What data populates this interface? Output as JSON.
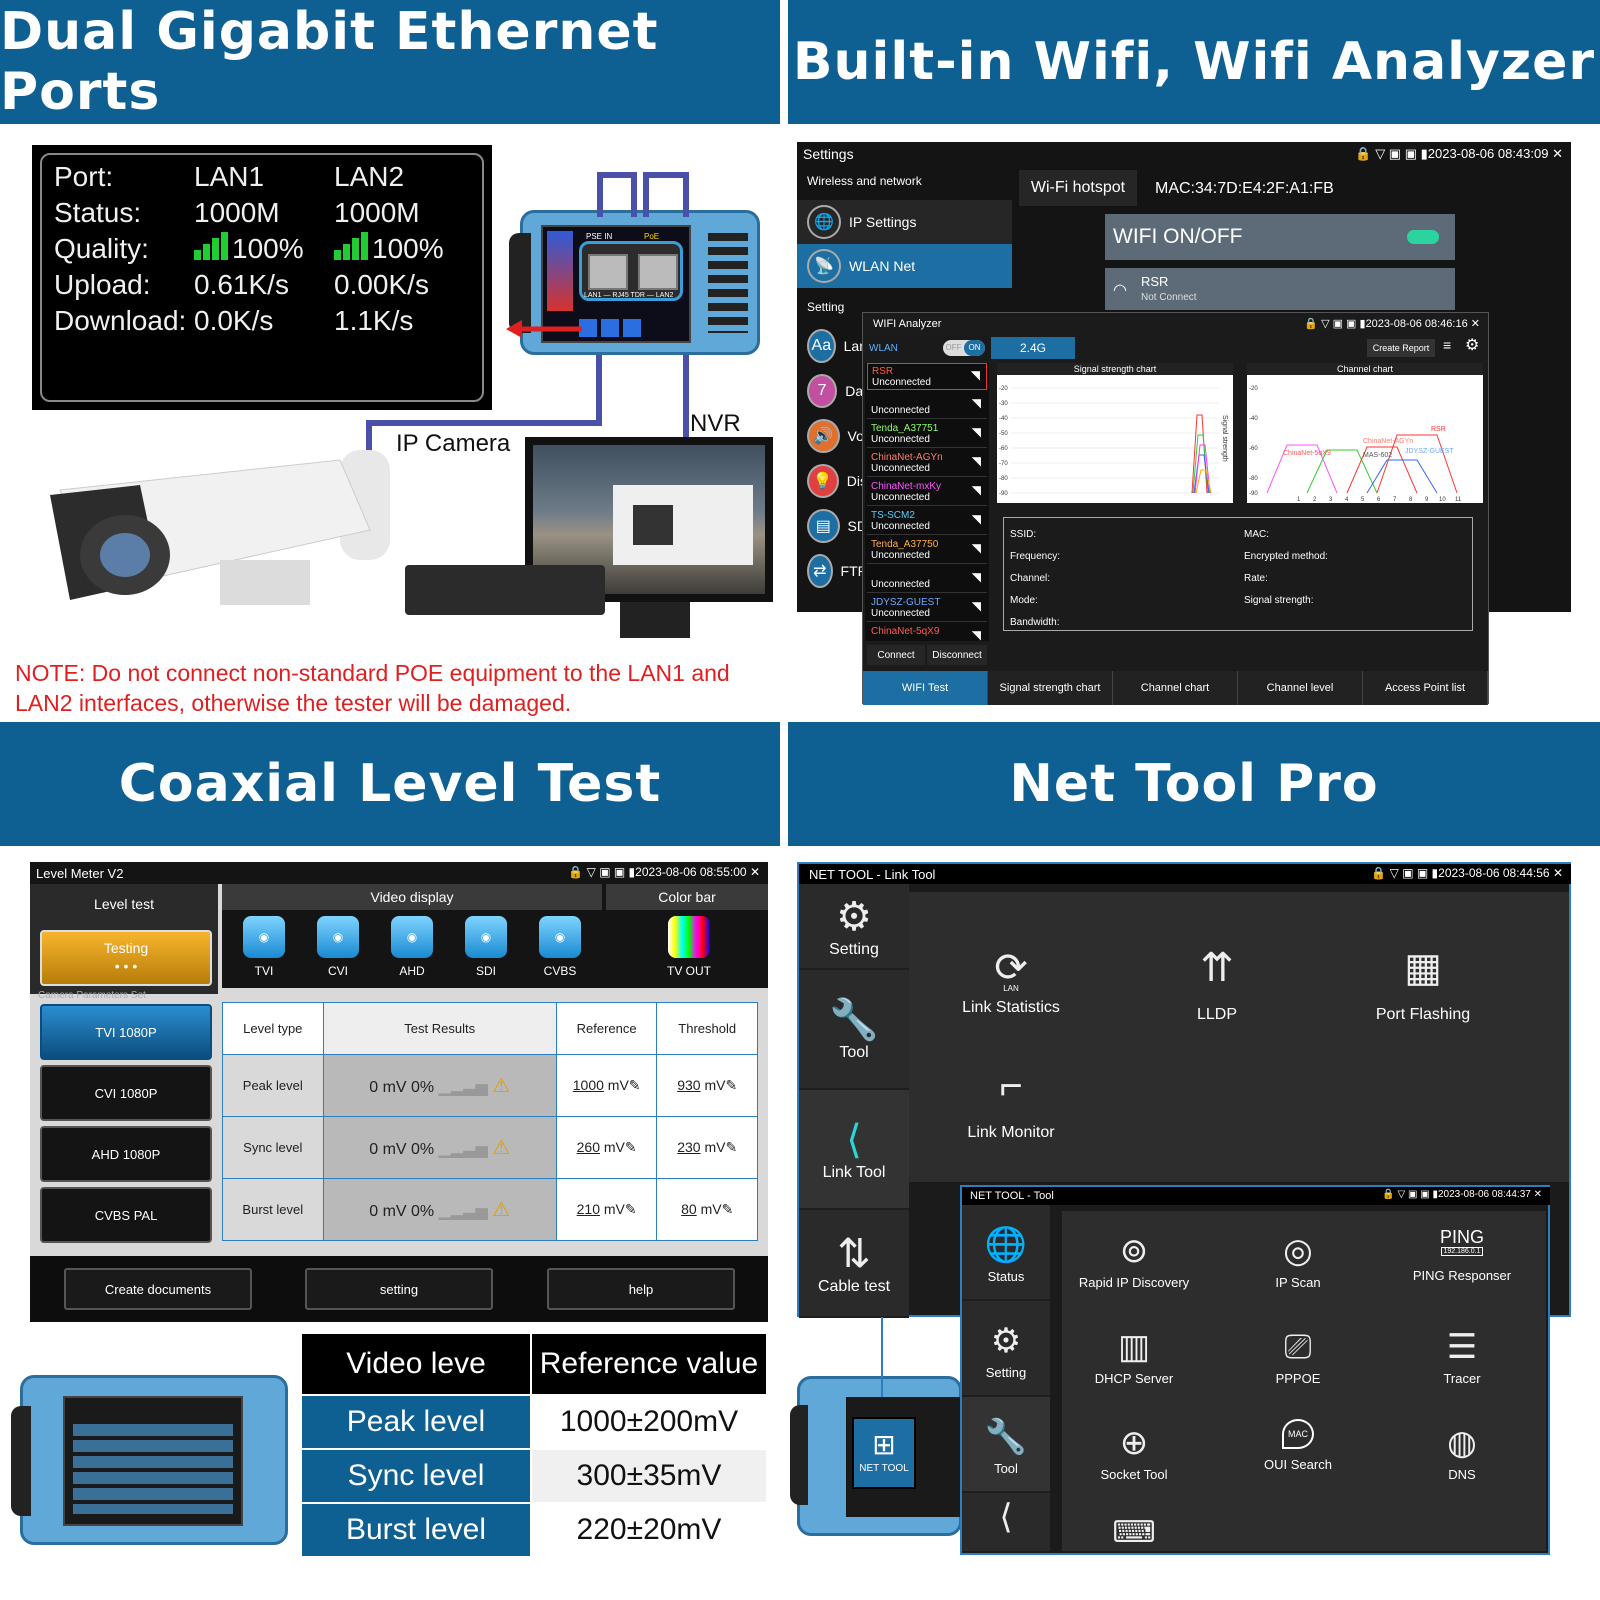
{
  "headers": {
    "q1": "Dual Gigabit Ethernet Ports",
    "q2": "Built-in Wifi, Wifi Analyzer",
    "q3": "Coaxial Level Test",
    "q4": "Net Tool Pro"
  },
  "ethernet": {
    "labels": [
      "Port:",
      "Status:",
      "Quality:",
      "Upload:",
      "Download:"
    ],
    "lan1": {
      "name": "LAN1",
      "status": "1000M",
      "quality": "100%",
      "upload": "0.61K/s",
      "download": "0.0K/s"
    },
    "lan2": {
      "name": "LAN2",
      "status": "1000M",
      "quality": "100%",
      "upload": "0.00K/s",
      "download": "1.1K/s"
    },
    "device_labels": {
      "pse": "PSE IN",
      "poe": "PoE",
      "lan_rj45": "LAN1 — RJ45 TDR — LAN2"
    },
    "ip_camera": "IP Camera",
    "nvr": "NVR",
    "note": "NOTE: Do not connect non-standard POE equipment to the LAN1 and LAN2 interfaces, otherwise the tester will be damaged."
  },
  "wifi": {
    "settings_title": "Settings",
    "datetime1": "2023-08-06 08:43:09",
    "section_wireless": "Wireless and network",
    "menu_ip": "IP Settings",
    "menu_wlan": "WLAN Net",
    "section_setting": "Setting",
    "side_partial": [
      "Lan",
      "Dat",
      "Vol",
      "Dis",
      "SD",
      "FTP"
    ],
    "hotspot": "Wi-Fi hotspot",
    "mac": "MAC:34:7D:E4:2F:A1:FB",
    "wifi_onoff": "WIFI ON/OFF",
    "rsr": "RSR",
    "not_connect": "Not Connect",
    "analyzer_title": "WIFI Analyzer",
    "datetime2": "2023-08-06 08:46:16",
    "wlan": "WLAN",
    "toggle_off": "OFF",
    "toggle_on": "ON",
    "band": "2.4G",
    "create_report": "Create Report",
    "networks": [
      {
        "ssid": "RSR",
        "state": "Unconnected",
        "color": "#ff5a3c"
      },
      {
        "ssid": "",
        "state": "Unconnected",
        "color": "#ffffff"
      },
      {
        "ssid": "Tenda_A37751",
        "state": "Unconnected",
        "color": "#8cff6a"
      },
      {
        "ssid": "ChinaNet-AGYn",
        "state": "Unconnected",
        "color": "#ff7d6a"
      },
      {
        "ssid": "ChinaNet-mxKy",
        "state": "Unconnected",
        "color": "#ff55ff"
      },
      {
        "ssid": "TS-SCM2",
        "state": "Unconnected",
        "color": "#5ad0ff"
      },
      {
        "ssid": "Tenda_A37750",
        "state": "Unconnected",
        "color": "#ffb04a"
      },
      {
        "ssid": "",
        "state": "Unconnected",
        "color": "#ffffff"
      },
      {
        "ssid": "JDYSZ-GUEST",
        "state": "Unconnected",
        "color": "#6aa8ff"
      },
      {
        "ssid": "ChinaNet-5qX9",
        "state": "",
        "color": "#ff5a5a"
      }
    ],
    "connect": "Connect",
    "disconnect": "Disconnect",
    "signal_chart_title": "Signal strength chart",
    "channel_chart_title": "Channel chart",
    "signal_axis": "Signal strength",
    "y_ticks": [
      "-20",
      "-30",
      "-40",
      "-50",
      "-60",
      "-70",
      "-80",
      "-90"
    ],
    "x_ticks": [
      "1",
      "2",
      "3",
      "4",
      "5",
      "6",
      "7",
      "8",
      "9",
      "10",
      "11"
    ],
    "channel_labels": [
      "RSR",
      "ChinaNet-AGYn",
      "ChinaNet-5qX9",
      "MAS-602",
      "JDYSZ-GUEST"
    ],
    "info_left": [
      "SSID:",
      "Frequency:",
      "Channel:",
      "Mode:",
      "Bandwidth:"
    ],
    "info_right": [
      "MAC:",
      "Encrypted method:",
      "Rate:",
      "Signal strength:"
    ],
    "tabs": [
      "WIFI Test",
      "Signal strength chart",
      "Channel chart",
      "Channel level",
      "Access Point list"
    ]
  },
  "level": {
    "title": "Level Meter V2",
    "datetime": "2023-08-06 08:55:00",
    "level_test": "Level test",
    "video_display": "Video display",
    "color_bar": "Color bar",
    "testing": "Testing",
    "testing_dots": "• • •",
    "cam_params": "Camera Parameters Set",
    "video_icons": [
      "TVI",
      "CVI",
      "AHD",
      "SDI",
      "CVBS"
    ],
    "tv_out": "TV OUT",
    "modes": [
      "TVI 1080P",
      "CVI 1080P",
      "AHD 1080P",
      "CVBS PAL"
    ],
    "table_headers": [
      "Level type",
      "Test Results",
      "Reference",
      "Threshold"
    ],
    "rows": [
      {
        "type": "Peak level",
        "result": "0 mV  0%",
        "reference": "1000",
        "threshold": "930"
      },
      {
        "type": "Sync level",
        "result": "0 mV  0%",
        "reference": "260",
        "threshold": "230"
      },
      {
        "type": "Burst level",
        "result": "0 mV  0%",
        "reference": "210",
        "threshold": "80"
      }
    ],
    "unit": "mV",
    "buttons": [
      "Create documents",
      "setting",
      "help"
    ],
    "ref_table": {
      "headers": [
        "Video leve",
        "Reference value"
      ],
      "rows": [
        [
          "Peak level",
          "1000±200mV"
        ],
        [
          "Sync level",
          "300±35mV"
        ],
        [
          "Burst level",
          "220±20mV"
        ]
      ]
    }
  },
  "nettool": {
    "title1": "NET TOOL - Link Tool",
    "datetime1": "2023-08-06 08:44:56",
    "side1": [
      "Setting",
      "Tool",
      "Link Tool",
      "Cable test"
    ],
    "tools1": [
      "Link Statistics",
      "LLDP",
      "Port Flashing",
      "Link Monitor"
    ],
    "lan_small": "LAN",
    "title2": "NET TOOL - Tool",
    "datetime2": "2023-08-06 08:44:37",
    "side2": [
      "Status",
      "Setting",
      "Tool"
    ],
    "tools2": [
      "Rapid IP Discovery",
      "IP Scan",
      "PING Responser",
      "DHCP Server",
      "PPPOE",
      "Tracer",
      "Socket Tool",
      "OUI Search",
      "DNS"
    ],
    "ping_word": "PING",
    "ping_ip": "192.186.0.1",
    "mac_word": "MAC",
    "net_tool_label": "NET TOOL"
  }
}
